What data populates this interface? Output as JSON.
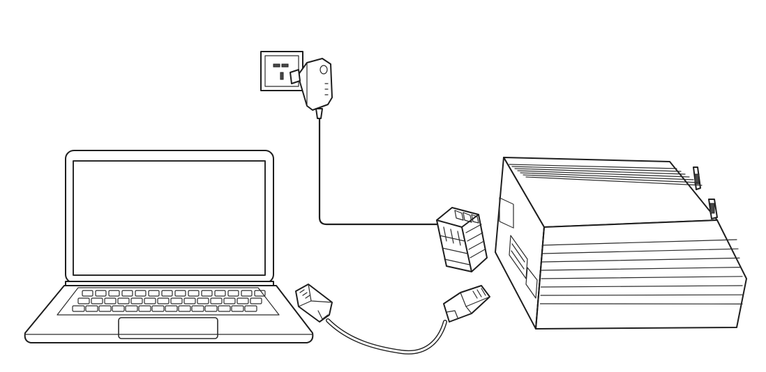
{
  "diagram": {
    "components": [
      {
        "id": "laptop",
        "icon": "laptop-icon"
      },
      {
        "id": "power-adapter",
        "icon": "power-adapter-icon"
      },
      {
        "id": "wall-socket",
        "icon": "wall-socket-icon"
      },
      {
        "id": "terminal-block",
        "icon": "terminal-block-connector-icon"
      },
      {
        "id": "network-cable",
        "icon": "ethernet-cable-icon"
      },
      {
        "id": "device",
        "icon": "device-enclosure-icon"
      }
    ],
    "connections": [
      {
        "from": "wall-socket",
        "to": "power-adapter"
      },
      {
        "from": "power-adapter",
        "to": "terminal-block"
      },
      {
        "from": "terminal-block",
        "to": "device"
      },
      {
        "from": "laptop",
        "to": "device",
        "via": "network-cable"
      }
    ],
    "colors": {
      "line": "#1e1e1e",
      "background": "#ffffff",
      "cable": "#9a9a9a"
    }
  }
}
